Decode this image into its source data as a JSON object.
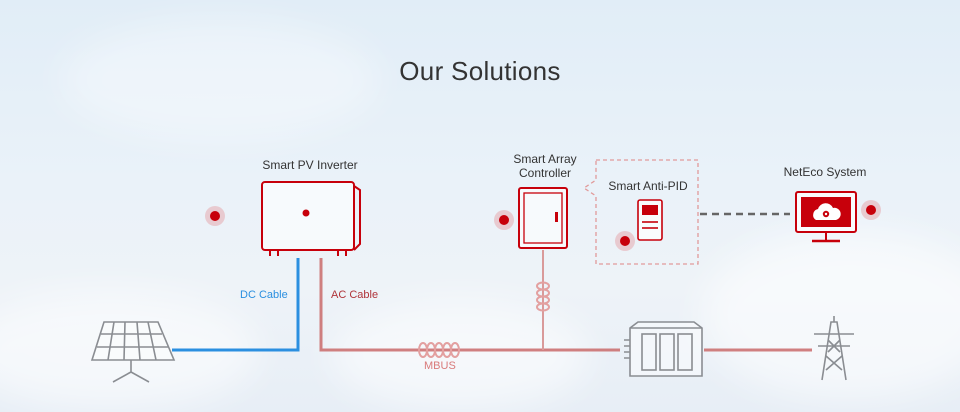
{
  "title": "Our Solutions",
  "components": {
    "inverter": "Smart PV Inverter",
    "array_controller_line1": "Smart Array",
    "array_controller_line2": "Controller",
    "anti_pid": "Smart Anti-PID",
    "neteco": "NetEco System"
  },
  "cables": {
    "dc": "DC Cable",
    "ac": "AC Cable",
    "mbus": "MBUS"
  },
  "colors": {
    "brand_red": "#c7000b",
    "dc_blue": "#2b8fe0",
    "ac_line": "#c96a6a",
    "icon_gray": "#8a8d92"
  },
  "icons": [
    "solar-panel-icon",
    "inverter-icon",
    "controller-cabinet-icon",
    "anti-pid-device-icon",
    "monitor-cloud-gear-icon",
    "transformer-box-icon",
    "power-tower-icon"
  ]
}
